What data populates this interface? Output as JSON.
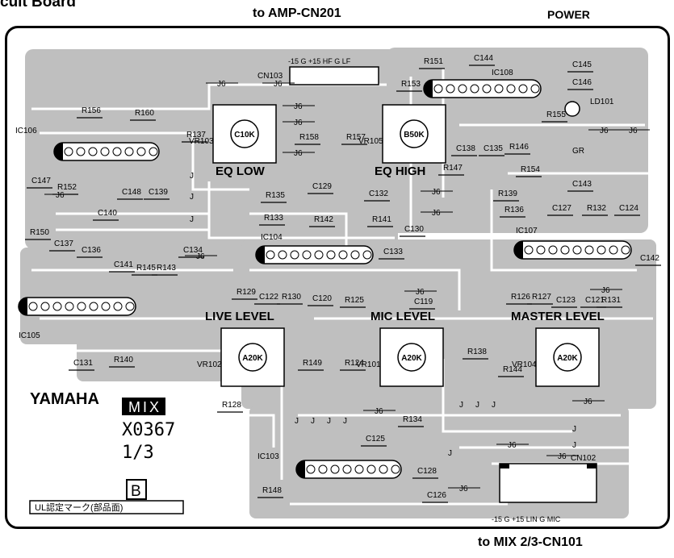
{
  "page": {
    "title_fragment": "cuit Board",
    "connector_top": "to AMP-CN201",
    "power_label": "POWER",
    "connector_bottom": "to MIX 2/3-CN101"
  },
  "board": {
    "brand": "YAMAHA",
    "board_name": "MIX",
    "part_number": "X0367",
    "sheet": "1/3",
    "side_mark": "B",
    "ul_mark": "UL認定マーク(部品面)",
    "controls": [
      {
        "label": "EQ LOW",
        "ref": "VR103",
        "value": "C10K"
      },
      {
        "label": "EQ HIGH",
        "ref": "VR105",
        "value": "B50K"
      },
      {
        "label": "LIVE LEVEL",
        "ref": "VR102",
        "value": "A20K"
      },
      {
        "label": "MIC LEVEL",
        "ref": "VR101",
        "value": "A20K"
      },
      {
        "label": "MASTER LEVEL",
        "ref": "VR104",
        "value": "A20K"
      }
    ],
    "ics": [
      "IC106",
      "IC104",
      "IC105",
      "IC108",
      "IC107",
      "IC103"
    ],
    "connectors": {
      "cn103": {
        "ref": "CN103",
        "pins": "-15 G +15 HF G LF"
      },
      "cn102": {
        "ref": "CN102",
        "pins": "-15 G +15 LIN G MIC"
      }
    },
    "led": {
      "ref": "LD101",
      "color": "GR"
    },
    "jumper": "J6",
    "jumper_short": "J",
    "components": [
      "R156",
      "R160",
      "C147",
      "R152",
      "C148",
      "C139",
      "C140",
      "R150",
      "C137",
      "C136",
      "C141",
      "R145",
      "R143",
      "C134",
      "C131",
      "R140",
      "R137",
      "R158",
      "R157",
      "R153",
      "R151",
      "C144",
      "C146",
      "C145",
      "R155",
      "C138",
      "C135",
      "R146",
      "R147",
      "R154",
      "C143",
      "C129",
      "R135",
      "C132",
      "R133",
      "R142",
      "R141",
      "C130",
      "C133",
      "R139",
      "R136",
      "C127",
      "R132",
      "C124",
      "C142",
      "R129",
      "C122",
      "R130",
      "C120",
      "R125",
      "C119",
      "R126",
      "R127",
      "C123",
      "C121",
      "R131",
      "R149",
      "R124",
      "R138",
      "R144",
      "R128",
      "R134",
      "C125",
      "C128",
      "C126",
      "R148"
    ]
  },
  "colors": {
    "copper": "#bfbfbf",
    "trace_gap": "#ffffff",
    "ink": "#000000"
  }
}
